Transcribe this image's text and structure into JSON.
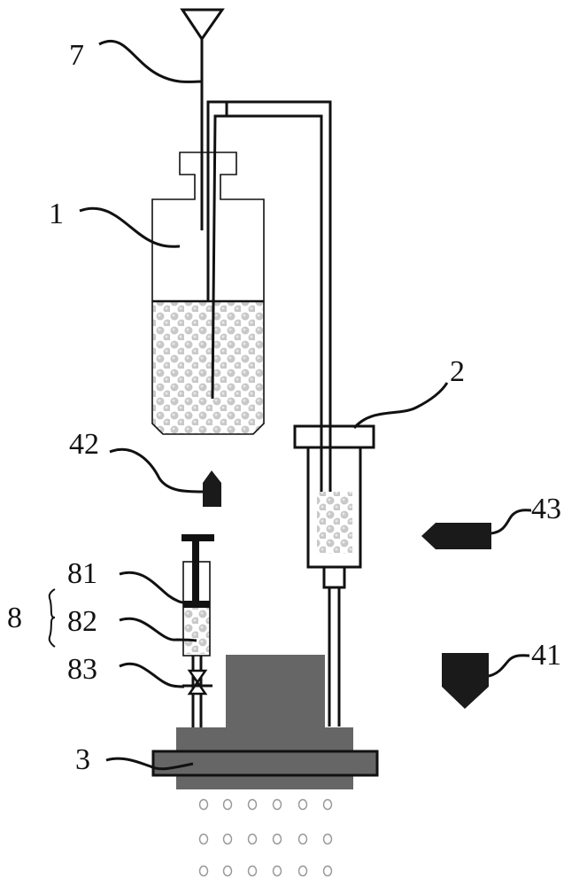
{
  "figure": {
    "labels": {
      "funnel": "7",
      "bottle": "1",
      "syringe_feed": "2",
      "sensor_top": "42",
      "sensor_side": "43",
      "sensor_bottom": "41",
      "syringe_group": "8",
      "plunger": "81",
      "barrel": "82",
      "valve": "83",
      "chip": "3"
    },
    "colors": {
      "line": "#111111",
      "particle": "#c8c8c8",
      "block": "#666666",
      "sensor": "#1a1a1a",
      "droplet": "#999999"
    }
  }
}
